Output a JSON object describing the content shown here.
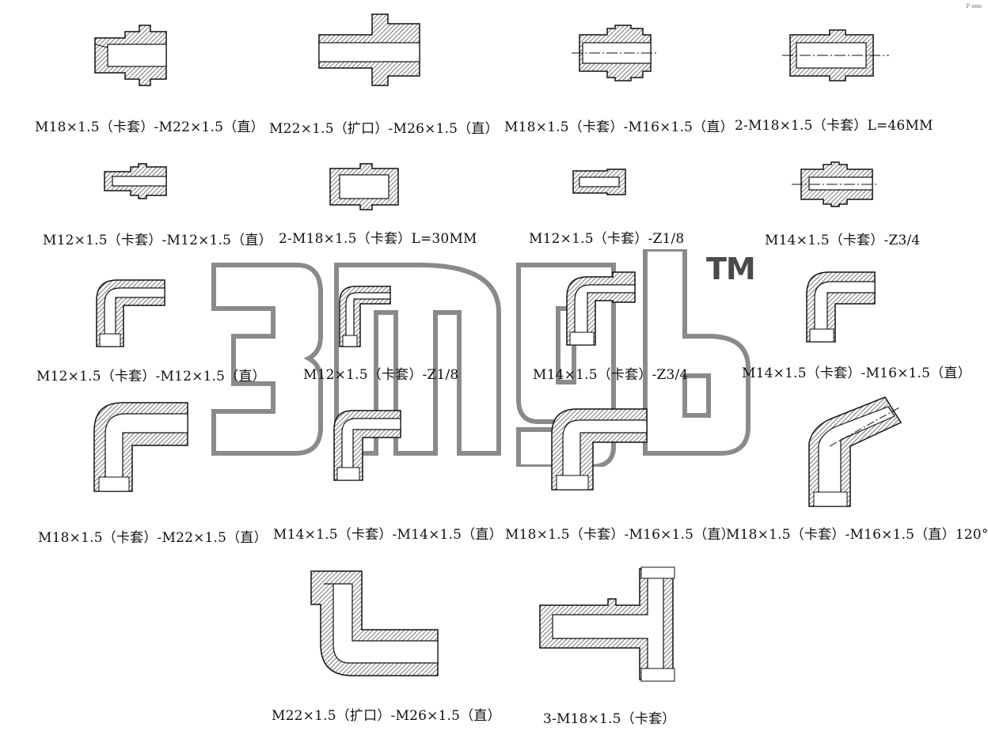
{
  "corner_mark": "P ooo",
  "watermark": {
    "text": "TM"
  },
  "parts": [
    {
      "label": "M18×1.5（卡套）-M22×1.5（直）"
    },
    {
      "label": "M22×1.5（扩口）-M26×1.5（直）"
    },
    {
      "label": "M18×1.5（卡套）-M16×1.5（直）"
    },
    {
      "label": "2-M18×1.5（卡套）L=46MM"
    },
    {
      "label": "M12×1.5（卡套）-M12×1.5（直）"
    },
    {
      "label": "2-M18×1.5（卡套）L=30MM"
    },
    {
      "label": "M12×1.5（卡套）-Z1/8"
    },
    {
      "label": "M14×1.5（卡套）-Z3/4"
    },
    {
      "label": "M12×1.5（卡套）-M12×1.5（直）"
    },
    {
      "label": "M12×1.5（卡套）-Z1/8"
    },
    {
      "label": "M14×1.5（卡套）-Z3/4"
    },
    {
      "label": "M14×1.5（卡套）-M16×1.5（直）"
    },
    {
      "label": "M18×1.5（卡套）-M22×1.5（直）"
    },
    {
      "label": "M14×1.5（卡套）-M14×1.5（直）"
    },
    {
      "label": "M18×1.5（卡套）-M16×1.5（直）"
    },
    {
      "label": "M18×1.5（卡套）-M16×1.5（直）120°"
    },
    {
      "label": "M22×1.5（扩口）-M26×1.5（直）"
    },
    {
      "label": "3-M18×1.5（卡套）"
    }
  ]
}
